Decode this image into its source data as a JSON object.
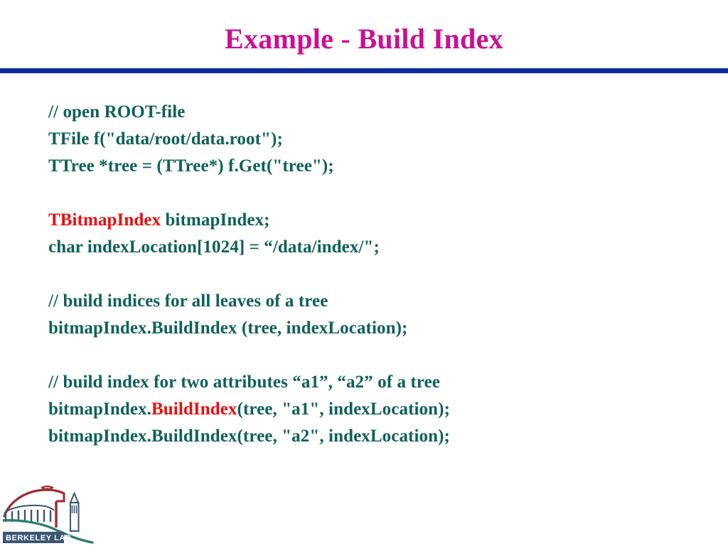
{
  "slide": {
    "title": "Example - Build Index",
    "title_color": "#CC0F92",
    "divider_color": "#0A2C9E",
    "background_color": "#FFFFFF",
    "body_color": "#0E6158",
    "highlight_color": "#EA0D0D"
  },
  "code": {
    "lines": [
      {
        "id": "l1",
        "text": "// open ROOT-file",
        "segments": [
          {
            "text": "// open ROOT-file",
            "color": "teal"
          }
        ]
      },
      {
        "id": "l2",
        "text": "TFile f(\"data/root/data.root\");",
        "segments": [
          {
            "text": "TFile f(\"data/root/data.root\");",
            "color": "teal"
          }
        ]
      },
      {
        "id": "l3",
        "text": "TTree *tree = (TTree*) f.Get(\"tree\");",
        "segments": [
          {
            "text": "TTree *tree = (TTree*) f.Get(\"tree\");",
            "color": "teal"
          }
        ]
      },
      {
        "id": "l4",
        "text": "",
        "segments": []
      },
      {
        "id": "l5",
        "text": "TBitmapIndex bitmapIndex;",
        "segments": [
          {
            "text": "TBitmapIndex",
            "color": "red"
          },
          {
            "text": " bitmapIndex;",
            "color": "teal"
          }
        ]
      },
      {
        "id": "l6",
        "text": "char indexLocation[1024] = “/data/index/\";",
        "segments": [
          {
            "text": "char indexLocation[1024] = “/data/index/\";",
            "color": "teal"
          }
        ]
      },
      {
        "id": "l7",
        "text": "",
        "segments": []
      },
      {
        "id": "l8",
        "text": "// build indices for all leaves of a tree",
        "segments": [
          {
            "text": "// build indices for all leaves of a tree",
            "color": "teal"
          }
        ]
      },
      {
        "id": "l9",
        "text": "bitmapIndex.BuildIndex (tree, indexLocation);",
        "segments": [
          {
            "text": "bitmapIndex.BuildIndex (tree, indexLocation);",
            "color": "teal"
          }
        ]
      },
      {
        "id": "l10",
        "text": "",
        "segments": []
      },
      {
        "id": "l11",
        "text": "// build index for two attributes “a1”, “a2” of a tree",
        "segments": [
          {
            "text": "// build index for two attributes “a1”, “a2” of a tree",
            "color": "teal"
          }
        ]
      },
      {
        "id": "l12",
        "text": "bitmapIndex.BuildIndex(tree, \"a1\", indexLocation);",
        "segments": [
          {
            "text": "bitmapIndex.",
            "color": "teal"
          },
          {
            "text": "BuildIndex",
            "color": "red"
          },
          {
            "text": "(tree, \"a1\", indexLocation);",
            "color": "teal"
          }
        ]
      },
      {
        "id": "l13",
        "text": "bitmapIndex.BuildIndex(tree, \"a2\", indexLocation);",
        "segments": [
          {
            "text": "bitmapIndex.BuildIndex(tree, \"a2\", indexLocation);",
            "color": "teal"
          }
        ]
      }
    ]
  },
  "logo": {
    "name": "berkeley-lab-logo",
    "banner_text": "BERKELEY LAB",
    "dome_color": "#9E2A33",
    "swoosh_color": "#2E7D72",
    "tower_color": "#3B5573",
    "banner_color": "#3B5573",
    "banner_text_color": "#FFFFFF"
  }
}
